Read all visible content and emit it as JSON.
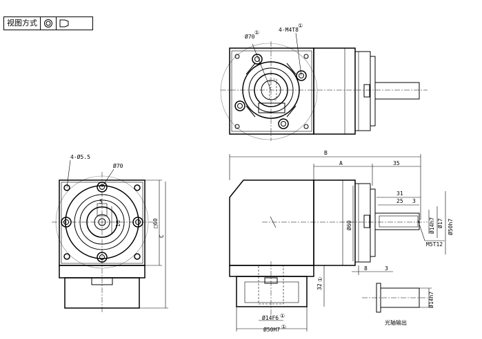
{
  "view_mode": {
    "label": "视图方式",
    "icons": [
      "concentric-circles-icon",
      "cylinder-side-icon"
    ]
  },
  "top_view": {
    "dim_bolt_circle": "Ø70",
    "dim_threads": "4-M4T8",
    "note_mark": "①"
  },
  "front_view": {
    "dim_holes": "4-Ø5.5",
    "dim_circle": "Ø70",
    "dim_keyway_small": "5",
    "dim_keyway_depth": "16",
    "dim_square": "□60",
    "dim_height": "C"
  },
  "side_view": {
    "dim_total": "B",
    "dim_body": "A",
    "dim_shaft_len": "35",
    "dim_shaft_31": "31",
    "dim_key_25": "25",
    "dim_key_3": "3",
    "dim_flange_60": "Ø60",
    "dim_shaft_14": "Ø14h7",
    "dim_shaft_17": "Ø17",
    "dim_pilot_50": "Ø50h7",
    "dim_thread": "M5T12",
    "dim_8": "8",
    "dim_3b": "3",
    "dim_32": "32",
    "dim_bore": "Ø14F6",
    "dim_bottom_pilot": "Ø50H7",
    "note_mark": "①"
  },
  "detail_view": {
    "dim_shaft": "Ø14h7",
    "caption": "光轴输出"
  }
}
